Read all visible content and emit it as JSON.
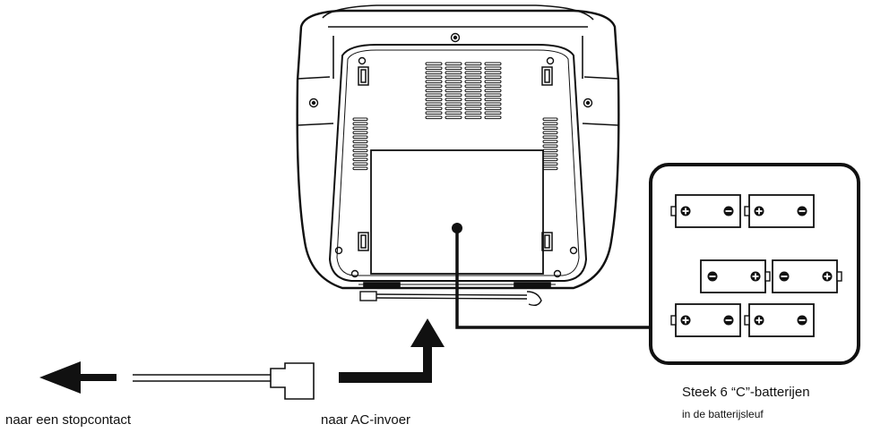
{
  "labels": {
    "outlet": "naar een stopcontact",
    "ac_input": "naar AC-invoer",
    "battery_line1": "Steek 6 “C”-batterijen",
    "battery_line2": "in de batterijsleuf"
  },
  "battery_compartment": {
    "count": 6,
    "rows": [
      [
        "plus-left",
        "plus-left"
      ],
      [
        "minus-left",
        "minus-left"
      ],
      [
        "plus-left",
        "plus-left"
      ]
    ]
  },
  "colors": {
    "line": "#111111",
    "background": "#ffffff"
  }
}
